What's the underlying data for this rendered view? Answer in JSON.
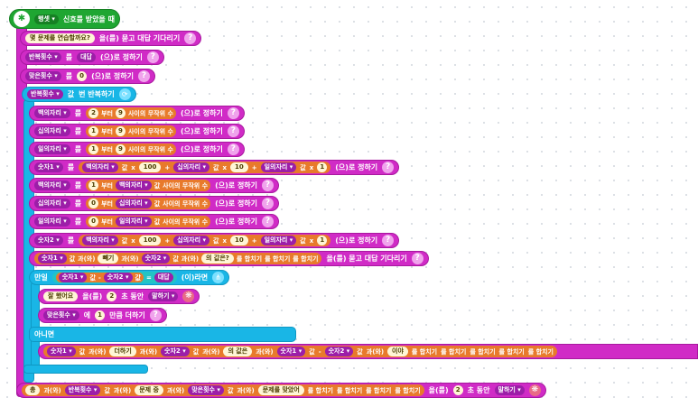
{
  "event": {
    "label": "행셋 ▾",
    "text": "신호를 받았을 때"
  },
  "ask1": {
    "question": "몇 문제를 연습할까요?",
    "suffix": "을(를) 묻고 대답 기다리기"
  },
  "set_repeat": {
    "var": "반복횟수 ▾",
    "mid": "를",
    "value": "대답",
    "suffix": "(으)로 정하기"
  },
  "set_correct": {
    "var": "맞은횟수 ▾",
    "mid": "를",
    "value": "0",
    "suffix": "(으)로 정하기"
  },
  "repeat": {
    "var": "반복횟수 ▾",
    "k": "값",
    "suffix": "번 반복하기"
  },
  "r1": {
    "var": "백의자리 ▾",
    "mid": "를",
    "a": "2",
    "from": "부터",
    "b": "9",
    "rand": "사이의 무작위 수",
    "suffix": "(으)로 정하기"
  },
  "r2": {
    "var": "십의자리 ▾",
    "mid": "를",
    "a": "1",
    "from": "부터",
    "b": "9",
    "rand": "사이의 무작위 수",
    "suffix": "(으)로 정하기"
  },
  "r3": {
    "var": "일의자리 ▾",
    "mid": "를",
    "a": "1",
    "from": "부터",
    "b": "9",
    "rand": "사이의 무작위 수",
    "suffix": "(으)로 정하기"
  },
  "calc1": {
    "var": "숫자1 ▾",
    "mid": "를",
    "v1": "백의자리 ▾",
    "k": "값",
    "m1": "100",
    "v2": "십의자리 ▾",
    "m2": "10",
    "v3": "일의자리 ▾",
    "m3": "1",
    "times": "x",
    "plus": "+",
    "suffix": "(으)로 정하기"
  },
  "r4": {
    "var": "백의자리 ▾",
    "mid": "를",
    "a": "1",
    "from": "부터",
    "b": "백의자리 ▾",
    "k": "값",
    "rand": "사이의 무작위 수",
    "suffix": "(으)로 정하기"
  },
  "r5": {
    "var": "십의자리 ▾",
    "mid": "를",
    "a": "0",
    "from": "부터",
    "b": "십의자리 ▾",
    "k": "값",
    "rand": "사이의 무작위 수",
    "suffix": "(으)로 정하기"
  },
  "r6": {
    "var": "일의자리 ▾",
    "mid": "를",
    "a": "0",
    "from": "부터",
    "b": "일의자리 ▾",
    "k": "값",
    "rand": "사이의 무작위 수",
    "suffix": "(으)로 정하기"
  },
  "calc2": {
    "var": "숫자2 ▾",
    "mid": "를",
    "v1": "백의자리 ▾",
    "k": "값",
    "m1": "100",
    "v2": "십의자리 ▾",
    "m2": "10",
    "v3": "일의자리 ▾",
    "m3": "1",
    "times": "x",
    "plus": "+",
    "suffix": "(으)로 정하기"
  },
  "ask2": {
    "v1": "숫자1 ▾",
    "k": "값",
    "and": "과(와)",
    "minus": "빼기",
    "v2": "숫자2 ▾",
    "q": "의 값은?",
    "join": "를 합치기",
    "suffix": "을(를) 묻고 대답 기다리기"
  },
  "if": {
    "label": "만일",
    "v1": "숫자1 ▾",
    "k": "값",
    "op": "-",
    "v2": "숫자2 ▾",
    "eq": "=",
    "ans": "대답",
    "then": "(이)라면"
  },
  "say_ok": {
    "text": "잘 했어요",
    "mid": "을(를)",
    "sec": "2",
    "dur": "초 동안",
    "mode": "말하기 ▾"
  },
  "add": {
    "var": "맞은횟수 ▾",
    "to": "에",
    "val": "1",
    "suffix": "만큼 더하기"
  },
  "else": {
    "label": "아니면"
  },
  "say_wrong": {
    "v1": "숫자1 ▾",
    "k": "값",
    "and": "과(와)",
    "plus": "더하기",
    "v2": "숫자2 ▾",
    "of": "의 값은",
    "v3": "숫자1 ▾",
    "minus": "-",
    "v4": "숫자2 ▾",
    "is": "이야",
    "join": "를 합치기"
  },
  "final": {
    "a": "총",
    "and": "과(와)",
    "v1": "반복횟수 ▾",
    "k": "값",
    "b": "문제 중",
    "v2": "맞은횟수 ▾",
    "c": "문제를 맞았어",
    "join": "를 합치기",
    "mid": "을(를)",
    "sec": "2",
    "dur": "초 동안",
    "mode": "말하기 ▾"
  },
  "help": "?"
}
